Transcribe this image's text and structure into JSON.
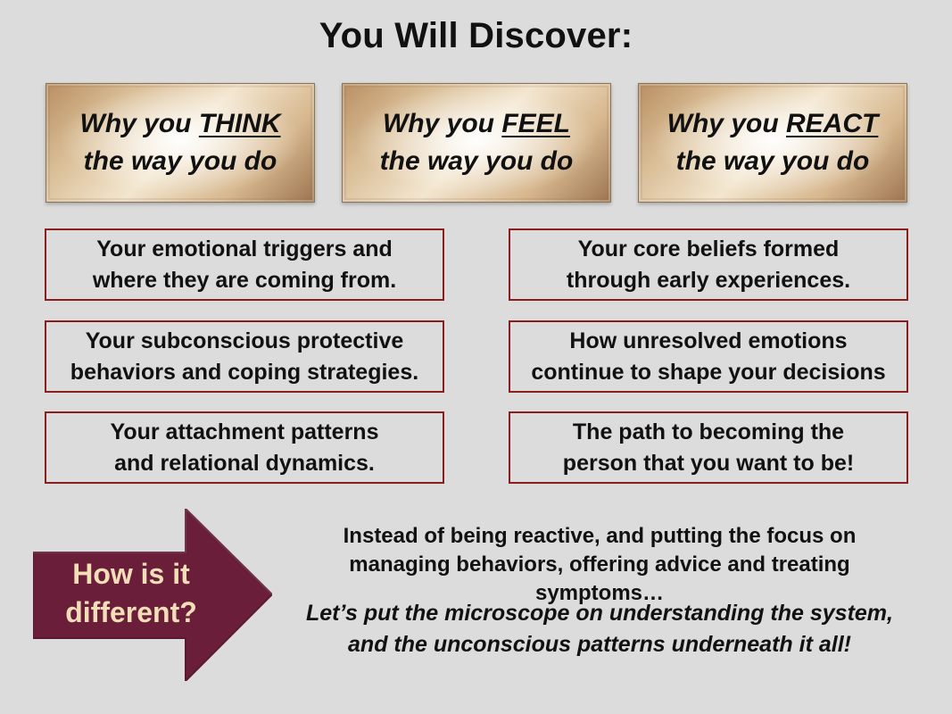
{
  "title": "You Will Discover:",
  "cards": [
    {
      "line1_prefix": "Why you ",
      "line1_emphasis": "THINK",
      "line2": "the way you do"
    },
    {
      "line1_prefix": "Why you ",
      "line1_emphasis": "FEEL",
      "line2": "the way you do"
    },
    {
      "line1_prefix": "Why you ",
      "line1_emphasis": "REACT",
      "line2": "the way you do"
    }
  ],
  "left_boxes": [
    {
      "line1": "Your emotional triggers and",
      "line2": "where they are coming from."
    },
    {
      "line1": "Your subconscious protective",
      "line2": "behaviors and coping strategies."
    },
    {
      "line1": "Your attachment patterns",
      "line2": "and relational dynamics."
    }
  ],
  "right_boxes": [
    {
      "line1": "Your core beliefs formed",
      "line2": "through early experiences."
    },
    {
      "line1": "How unresolved emotions",
      "line2": "continue to shape your decisions"
    },
    {
      "line1": "The path to becoming the",
      "line2": "person that you want to be!"
    }
  ],
  "arrow": {
    "line1": "How is it",
    "line2": "different?",
    "fill": "#6b1e3a",
    "text_color": "#f2dfb7"
  },
  "callout": {
    "line1": "Instead of being reactive, and putting the focus on",
    "line2": "managing behaviors, offering advice and treating symptoms…",
    "italic_line1": "Let’s put the microscope on understanding the system,",
    "italic_line2": "and the unconscious patterns underneath it all!"
  }
}
